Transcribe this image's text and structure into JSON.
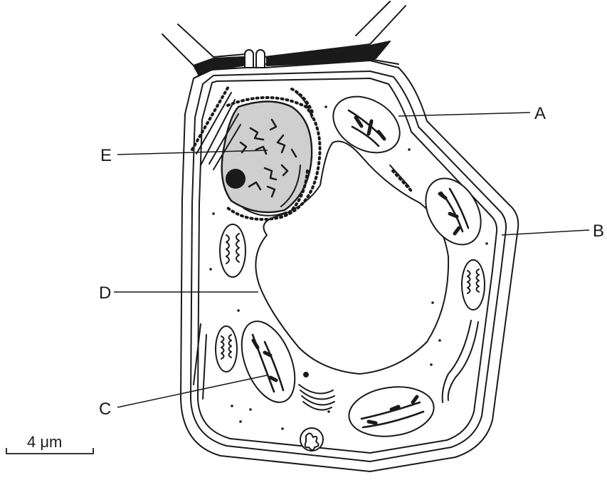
{
  "labels": {
    "a": "A",
    "b": "B",
    "c": "C",
    "d": "D",
    "e": "E"
  },
  "scale_bar": {
    "text": "4 μm"
  },
  "colors": {
    "ink": "#1a1a1a",
    "nucleus_fill": "#cfcfcf",
    "background": "#ffffff"
  }
}
